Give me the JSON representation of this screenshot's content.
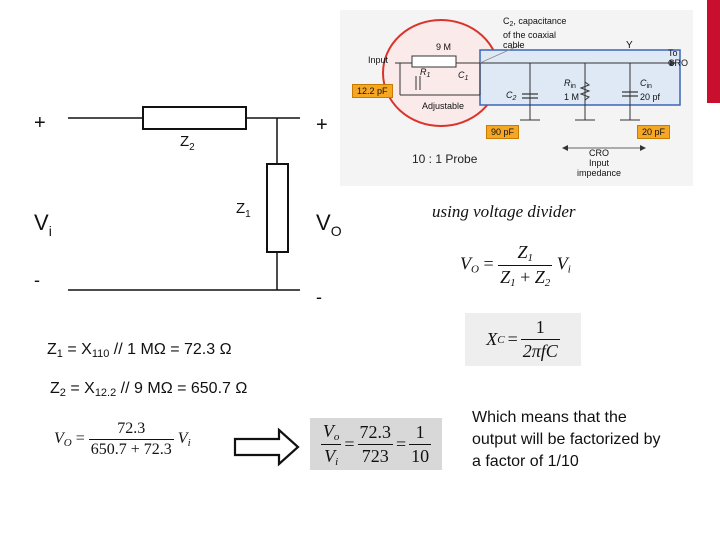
{
  "slide": {
    "accent": "#c8102e"
  },
  "circuit": {
    "plus_in": "+",
    "plus_out": "+",
    "minus_in": "-",
    "minus_out": "-",
    "vi": "V",
    "vi_sub": "i",
    "vo": "V",
    "vo_sub": "O",
    "z2": "Z",
    "z2_sub": "2",
    "z1": "Z",
    "z1_sub": "1"
  },
  "probe_figure": {
    "cable_label_line1": "C",
    "cable_label_sub": "2",
    "cable_label_rest": ", capacitance",
    "cable_label_line2": "of the coaxial",
    "cable_label_line3": "cable",
    "input": "Input",
    "r_9m": "9 M",
    "r1": "R",
    "r1_sub": "1",
    "c1": "C",
    "c1_sub": "1",
    "adjustable": "Adjustable",
    "cap_12": "12.2 pF",
    "y": "Y",
    "to": "To",
    "cro": "CRO",
    "c2": "C",
    "c2_sub": "2",
    "rin": "R",
    "rin_sub": "in",
    "rin_val": "1 M",
    "cin": "C",
    "cin_sub": "in",
    "cin_val": "20 pf",
    "cap_90": "90 pF",
    "cap_20": "20 pF",
    "probe_title": "10 : 1 Probe",
    "cro_input_1": "CRO",
    "cro_input_2": "Input",
    "cro_input_3": "impedance",
    "colors": {
      "label_box": "#f5a623",
      "circle": "#d9342b",
      "blue_box": "#3a66b5",
      "blue_fill": "#dfe8f5"
    }
  },
  "equations": {
    "voltage_divider_caption": "using voltage divider",
    "vo_lhs": "V",
    "vo_lhs_sub": "O",
    "eq_sign": "=",
    "frac_num": "Z",
    "frac_num_sub": "1",
    "frac_den_a": "Z",
    "frac_den_a_sub": "1",
    "frac_den_plus": " + ",
    "frac_den_b": "Z",
    "frac_den_b_sub": "2",
    "vi_rhs": "V",
    "vi_rhs_sub": "i",
    "xc_lhs": "X",
    "xc_lhs_sub": "C",
    "xc_num": "1",
    "xc_den": "2πfC",
    "z1_line_pre": "Z",
    "z1_line_sub": "1",
    "z1_line_mid": " = X",
    "z1_line_sub2": "110",
    "z1_line_rest": " // 1 MΩ = 72.3 Ω",
    "z2_line_pre": "Z",
    "z2_line_sub": "2",
    "z2_line_mid": " = X",
    "z2_line_sub2": "12.2",
    "z2_line_rest": " // 9 MΩ = 650.7 Ω",
    "num_val": "72.3",
    "den_val": "650.7 + 72.3",
    "ratio_num_l": "V",
    "ratio_num_l_sub": "o",
    "ratio_den_l": "V",
    "ratio_den_l_sub": "i",
    "ratio_mid_num": "72.3",
    "ratio_mid_den": "723",
    "ratio_r_num": "1",
    "ratio_r_den": "10",
    "conclusion": "Which means that the output will be factorized by a factor of 1/10"
  }
}
